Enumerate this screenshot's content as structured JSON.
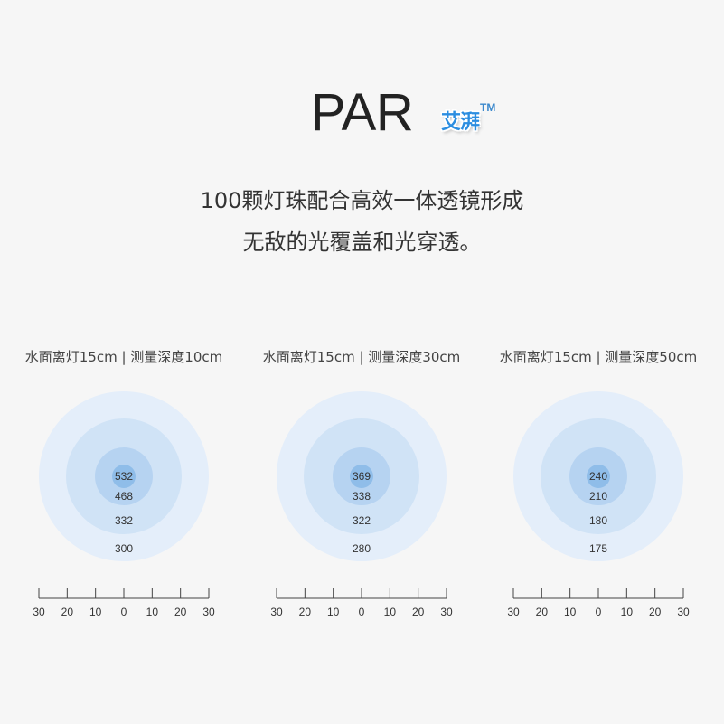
{
  "title": "PAR",
  "logo": {
    "text": "艾湃",
    "tm": "TM"
  },
  "description": [
    "100颗灯珠配合高效一体透镜形成",
    "无敌的光覆盖和光穿透。"
  ],
  "panels": [
    {
      "label": "水面离灯15cm | 测量深度10cm",
      "values": [
        "532",
        "468",
        "332",
        "300"
      ]
    },
    {
      "label": "水面离灯15cm | 测量深度30cm",
      "values": [
        "369",
        "338",
        "322",
        "280"
      ]
    },
    {
      "label": "水面离灯15cm | 测量深度50cm",
      "values": [
        "240",
        "210",
        "180",
        "175"
      ]
    }
  ],
  "scale_labels": [
    "30",
    "20",
    "10",
    "0",
    "10",
    "20",
    "30"
  ],
  "colors": {
    "background": "#f6f6f6",
    "logo": "#2b8de0",
    "rings": [
      "#e4eefa",
      "#d0e3f6",
      "#b6d3f1",
      "#8fbde9"
    ],
    "text": "#333333",
    "axis": "#444444"
  }
}
